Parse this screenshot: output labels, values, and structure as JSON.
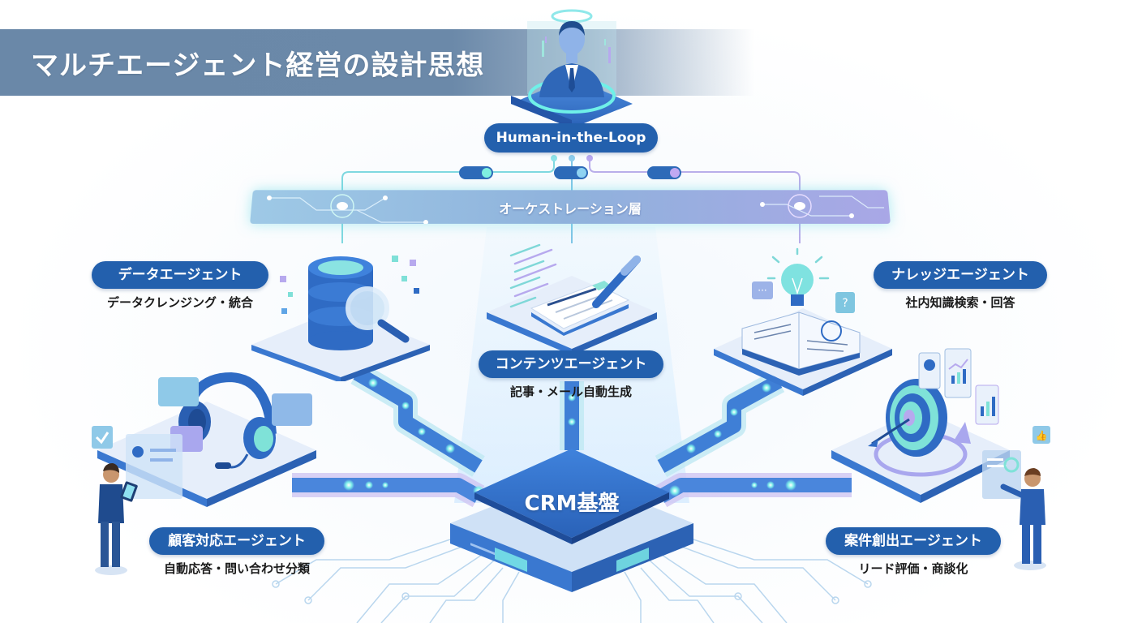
{
  "title": "マルチエージェント経営の設計思想",
  "human": {
    "label": "Human-in-the-Loop"
  },
  "orchestration": {
    "label": "オーケストレーション層"
  },
  "core": {
    "label": "CRM基盤"
  },
  "agents": [
    {
      "id": "data",
      "name": "データエージェント",
      "desc": "データクレンジング・統合",
      "icon": "database-search-icon"
    },
    {
      "id": "content",
      "name": "コンテンツエージェント",
      "desc": "記事・メール自動生成",
      "icon": "document-pen-icon"
    },
    {
      "id": "knowledge",
      "name": "ナレッジエージェント",
      "desc": "社内知識検索・回答",
      "icon": "lightbulb-book-icon"
    },
    {
      "id": "support",
      "name": "顧客対応エージェント",
      "desc": "自動応答・問い合わせ分類",
      "icon": "headset-icon"
    },
    {
      "id": "deal",
      "name": "案件創出エージェント",
      "desc": "リード評価・商談化",
      "icon": "target-icon"
    }
  ],
  "colors": {
    "pill": "#2360ad",
    "banner": "#6b89a9",
    "teal": "#5fe0d8",
    "lavender": "#b3a3ee",
    "platform_top": "#e6eefa",
    "platform_side": "#3a78d0"
  }
}
